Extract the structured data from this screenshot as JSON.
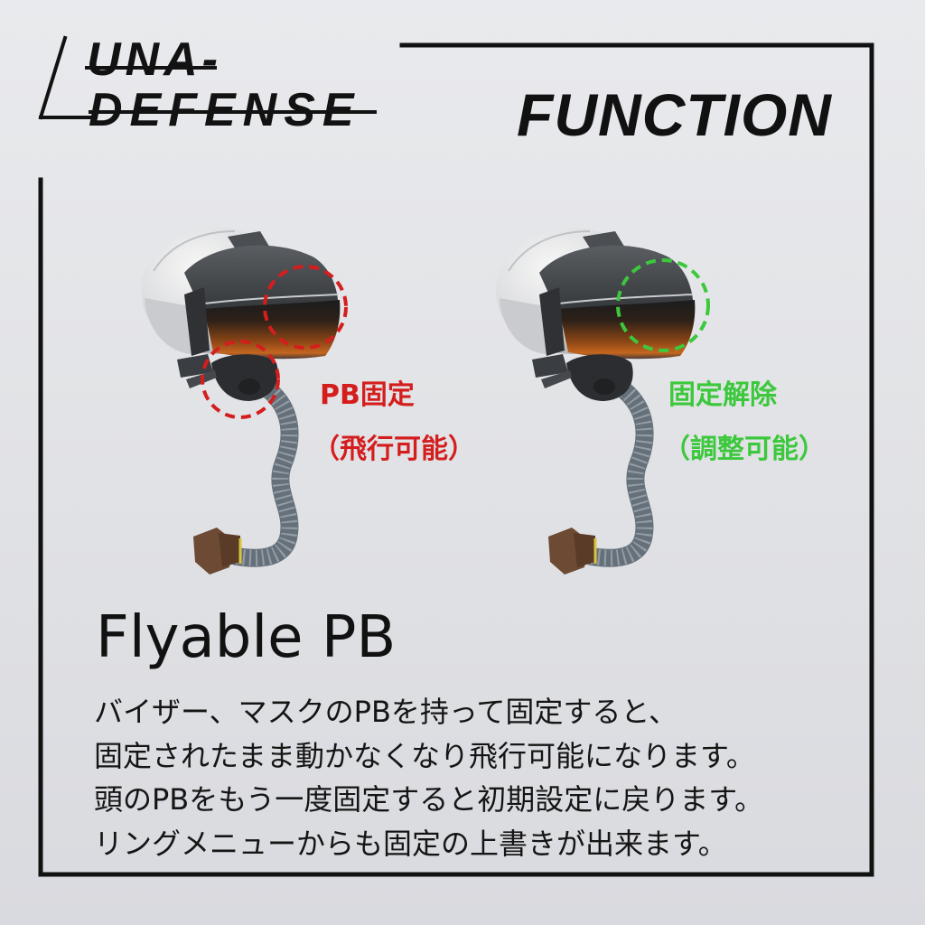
{
  "logo": {
    "letter": "L",
    "line1": "UNA-",
    "line2": "DEFENSE"
  },
  "heading": "FUNCTION",
  "left_annotation": {
    "label": "PB固定",
    "sublabel": "（飛行可能）",
    "color": "#d41e1e"
  },
  "right_annotation": {
    "label": "固定解除",
    "sublabel": "（調整可能）",
    "color": "#3cc83c"
  },
  "title": "Flyable PB",
  "description": [
    "バイザー、マスクのPBを持って固定すると、",
    "固定されたまま動かなくなり飛行可能になります。",
    "頭のPBをもう一度固定すると初期設定に戻ります。",
    "リングメニューからも固定の上書きが出来ます。"
  ],
  "icons": {
    "left_visual": "helmet-locked",
    "right_visual": "helmet-unlocked"
  },
  "colors": {
    "frame": "#111111",
    "accent_locked": "#d41e1e",
    "accent_unlocked": "#3cc83c"
  }
}
